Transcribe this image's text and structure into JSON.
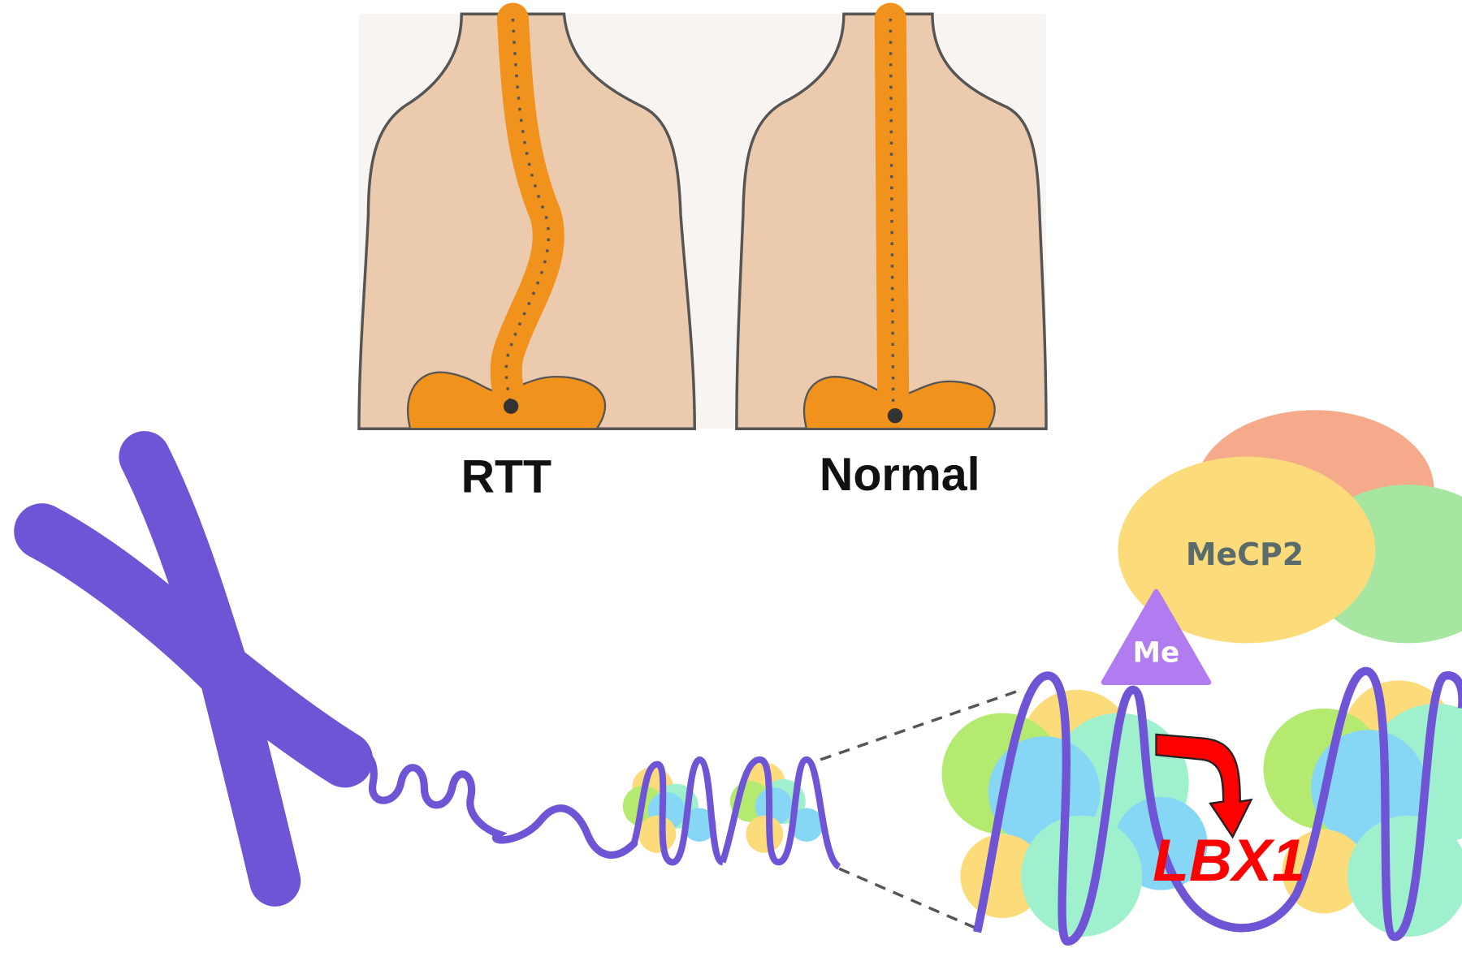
{
  "figure": {
    "labels": {
      "rtt": "RTT",
      "normal": "Normal",
      "mecp2": "MeCP2",
      "methyl": "Me",
      "gene": "LBX1"
    },
    "colors": {
      "chromatin": "#6f55d6",
      "skin": "#eccaae",
      "spine": "#f0921c",
      "mecp2_yellow": "#fcdc7a",
      "mecp2_salmon": "#f5aa8c",
      "mecp2_green": "#a6e6a0",
      "methyl_mark": "#b07cf0",
      "gene_arrow": "#ff0000"
    }
  }
}
